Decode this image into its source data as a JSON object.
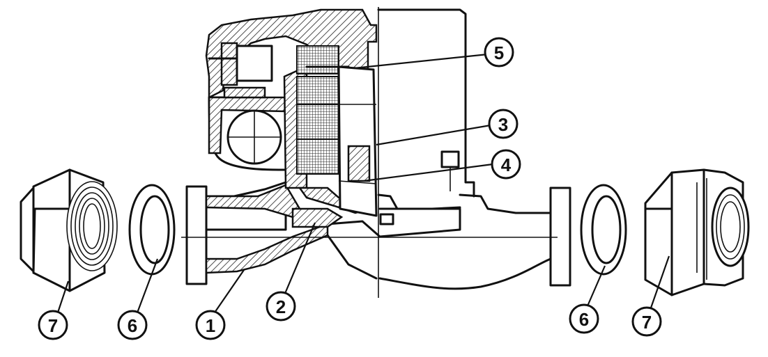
{
  "diagram": {
    "callouts": [
      {
        "id": "c5",
        "label": "5"
      },
      {
        "id": "c3",
        "label": "3"
      },
      {
        "id": "c4",
        "label": "4"
      },
      {
        "id": "c2",
        "label": "2"
      },
      {
        "id": "c1",
        "label": "1"
      },
      {
        "id": "c6a",
        "label": "6"
      },
      {
        "id": "c7a",
        "label": "7"
      },
      {
        "id": "c6b",
        "label": "6"
      },
      {
        "id": "c7b",
        "label": "7"
      }
    ]
  }
}
